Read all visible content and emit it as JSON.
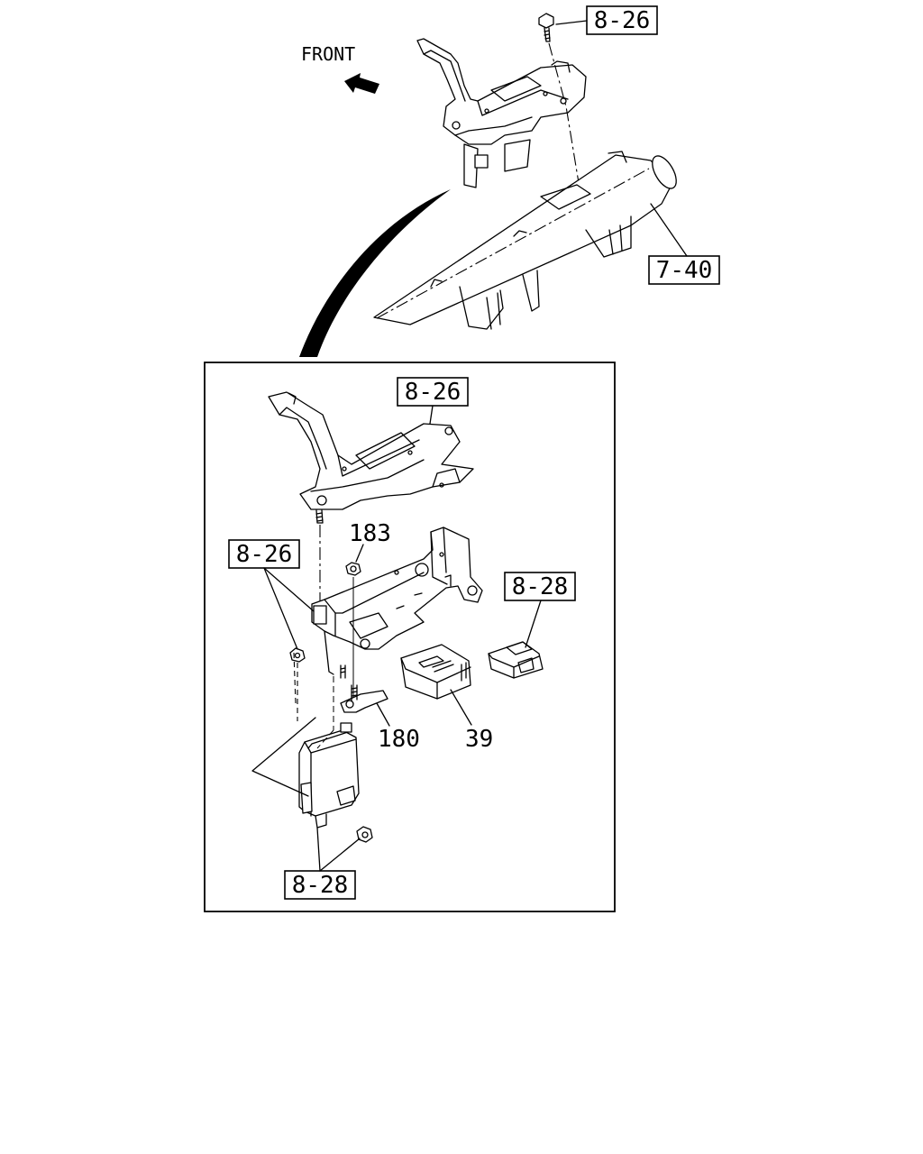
{
  "labels": {
    "front": "FRONT",
    "top_ref": "8-26",
    "pipe_ref": "7-40",
    "inset_bracket_ref": "8-26",
    "inset_nut_ref": "8-26",
    "inset_relay_ref": "8-28",
    "inset_module_ref": "8-28",
    "part_183": "183",
    "part_180": "180",
    "part_39": "39"
  }
}
